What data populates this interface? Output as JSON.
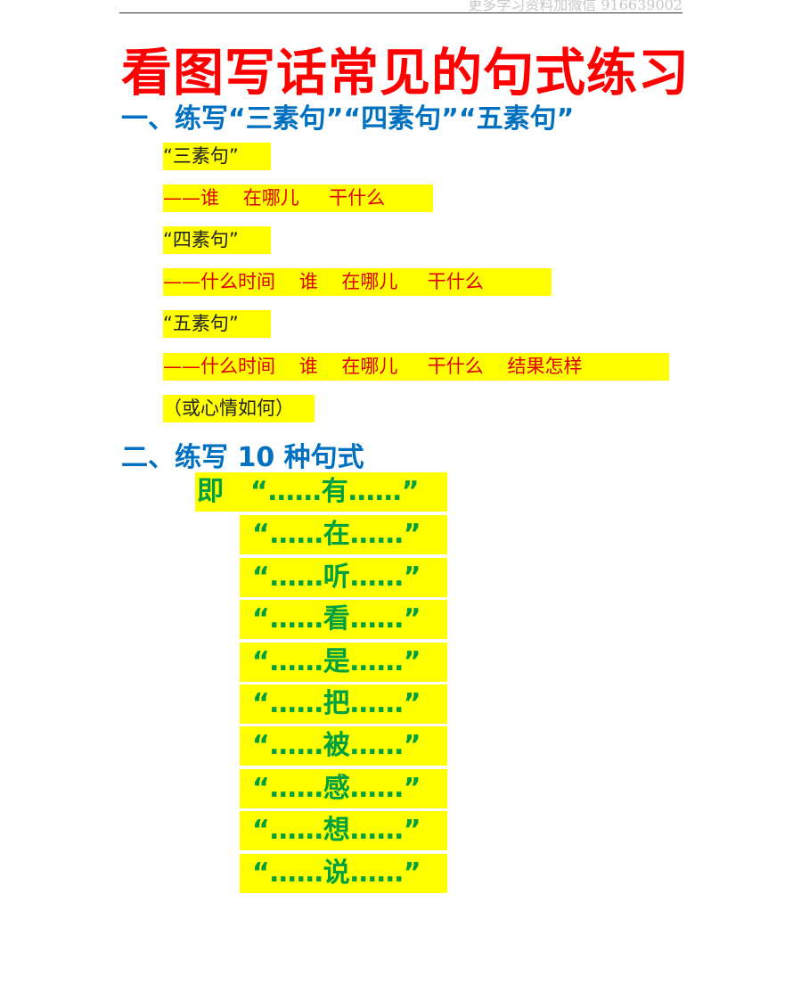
{
  "header_note": "更多学习资料加微信 916639002",
  "title": "看图写话常见的句式练习",
  "section1": {
    "heading": "一、练写“三素句”“四素句”“五素句”",
    "items": [
      {
        "label": "“三素句”",
        "pattern": "——谁    在哪儿     干什么"
      },
      {
        "label": "“四素句”",
        "pattern": "——什么时间    谁    在哪儿     干什么"
      },
      {
        "label": "“五素句”",
        "pattern": "——什么时间    谁    在哪儿     干什么    结果怎样"
      }
    ],
    "note": "（或心情如何）"
  },
  "section2": {
    "heading": "二、练写 10 种句式",
    "prefix": "即",
    "patterns": [
      "“……有……”",
      "“……在……”",
      "“……听……”",
      "“……看……”",
      "“……是……”",
      "“……把……”",
      "“……被……”",
      "“……感……”",
      "“……想……”",
      "“……说……”"
    ]
  },
  "colors": {
    "title": "#ff0000",
    "heading": "#0070c0",
    "highlight": "#ffff00",
    "pattern": "#00a040"
  }
}
